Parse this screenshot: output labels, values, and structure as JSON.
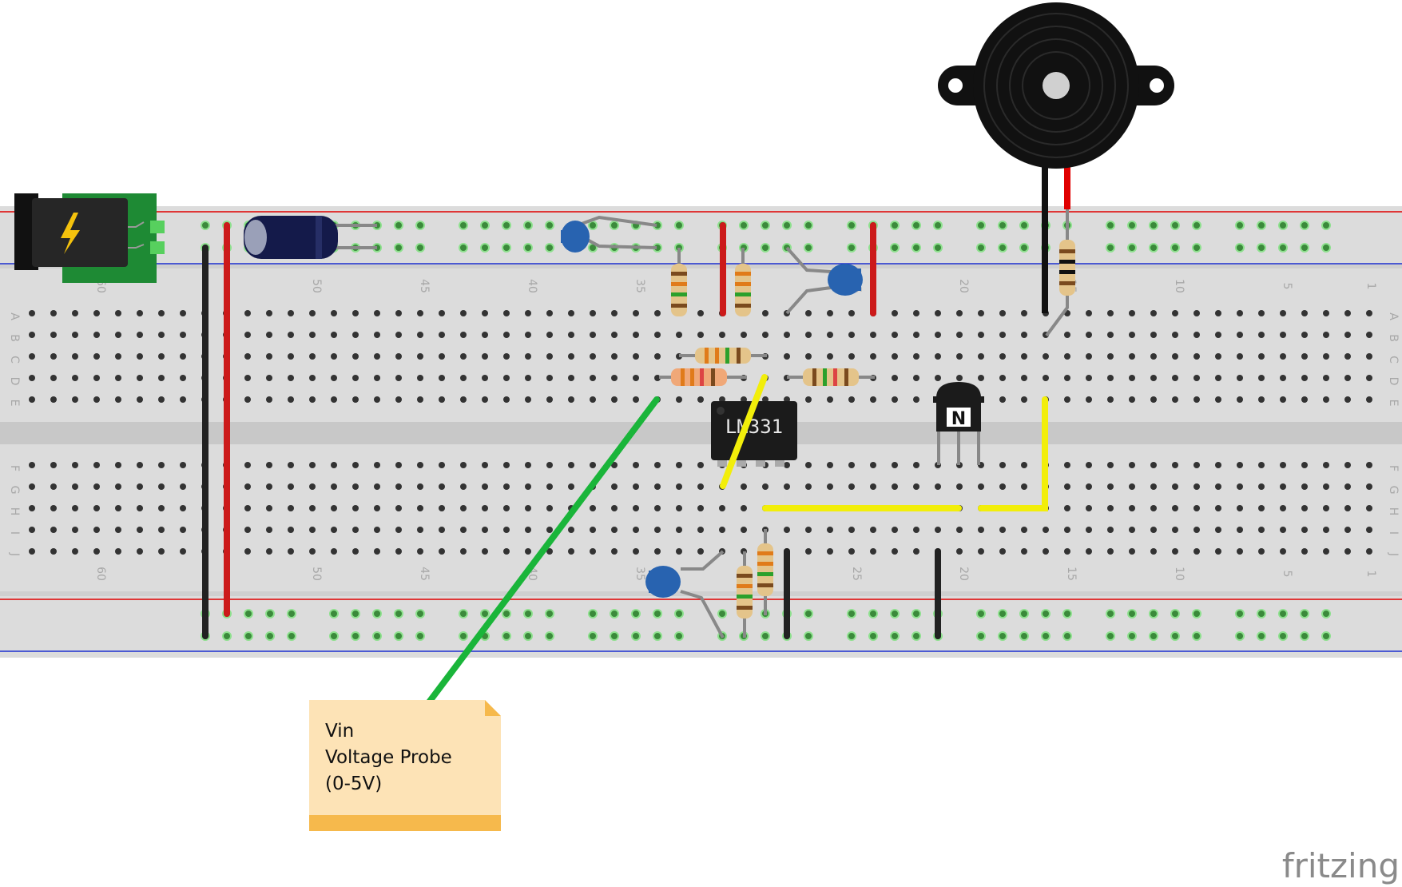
{
  "ic_label": "LM331",
  "transistor_label": "N",
  "note": {
    "line1": "Vin",
    "line2": "Voltage Probe",
    "line3": "(0-5V)"
  },
  "brand": "fritzing",
  "row_letters_top": [
    "A",
    "B",
    "C",
    "D",
    "E"
  ],
  "row_letters_bottom": [
    "F",
    "G",
    "H",
    "I",
    "J"
  ],
  "column_numbers": [
    "60",
    "50",
    "45",
    "40",
    "35",
    "25",
    "20",
    "15",
    "10",
    "5",
    "1"
  ],
  "colors": {
    "rail_red": "#e00000",
    "rail_blue": "#1c2fd0",
    "wire_green": "#1ab53a",
    "wire_yellow": "#f2ee0a",
    "wire_red": "#cc1a1a",
    "wire_black": "#222222",
    "note_bg": "#fde3b6",
    "note_bar": "#f6b94c"
  }
}
